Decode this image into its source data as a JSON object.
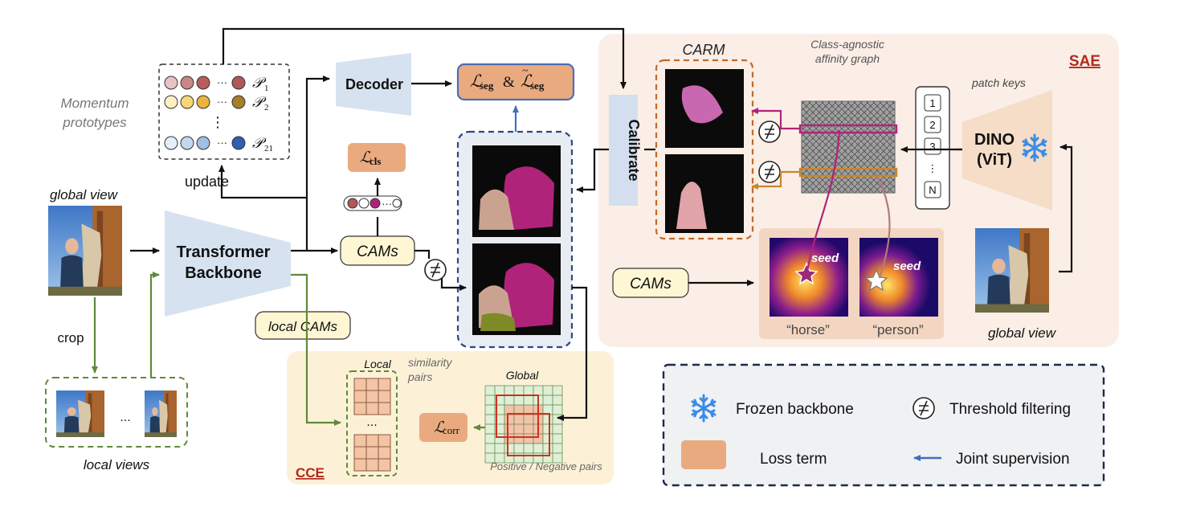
{
  "sae": {
    "title": "SAE",
    "carm_title": "CARM",
    "affinity_label_1": "Class-agnostic",
    "affinity_label_2": "affinity graph",
    "patch_keys_label": "patch keys",
    "patch_keys": [
      "1",
      "2",
      "3",
      "⋮",
      "N"
    ],
    "dino_line1": "DINO",
    "dino_line2": "(ViT)",
    "cams_label": "CAMs",
    "seed_label": "seed",
    "horse_label": "“horse”",
    "person_label": "“person”",
    "global_view_label": "global view"
  },
  "main": {
    "momentum_1": "Momentum",
    "momentum_2": "prototypes",
    "prototype_labels": [
      "𝒫",
      "𝒫",
      "𝒫"
    ],
    "prototype_subs": [
      "1",
      "2",
      "21"
    ],
    "update_label": "update",
    "global_view_label": "global view",
    "crop_label": "crop",
    "local_views_label": "local views",
    "ellipsis": "...",
    "backbone_line1": "Transformer",
    "backbone_line2": "Backbone",
    "decoder_label": "Decoder",
    "seg_loss_main": "ℒ",
    "seg_loss_sub": "seg",
    "seg_loss_amp": "&",
    "cls_loss_main": "ℒ",
    "cls_loss_sub": "cls",
    "cams_label": "CAMs",
    "local_cams_label": "local CAMs",
    "calibrate_label": "Calibrate"
  },
  "cce": {
    "title": "CCE",
    "local_label": "Local",
    "similarity_1": "similarity",
    "similarity_2": "pairs",
    "global_label": "Global",
    "corr_main": "ℒ",
    "corr_sub": "corr",
    "pairs_caption": "Positive / Negative pairs",
    "ellipsis": "..."
  },
  "legend": {
    "frozen": "Frozen backbone",
    "threshold": "Threshold filtering",
    "loss": "Loss term",
    "joint": "Joint supervision"
  },
  "colors": {
    "loss_fill": "#eaaa80",
    "sae_bg": "#fbeee6",
    "cce_bg": "#fcf1d7",
    "magenta": "#b0237a",
    "orange": "#c8872a",
    "blue_arrow": "#3f6fbf",
    "green": "#5e8a3a"
  }
}
